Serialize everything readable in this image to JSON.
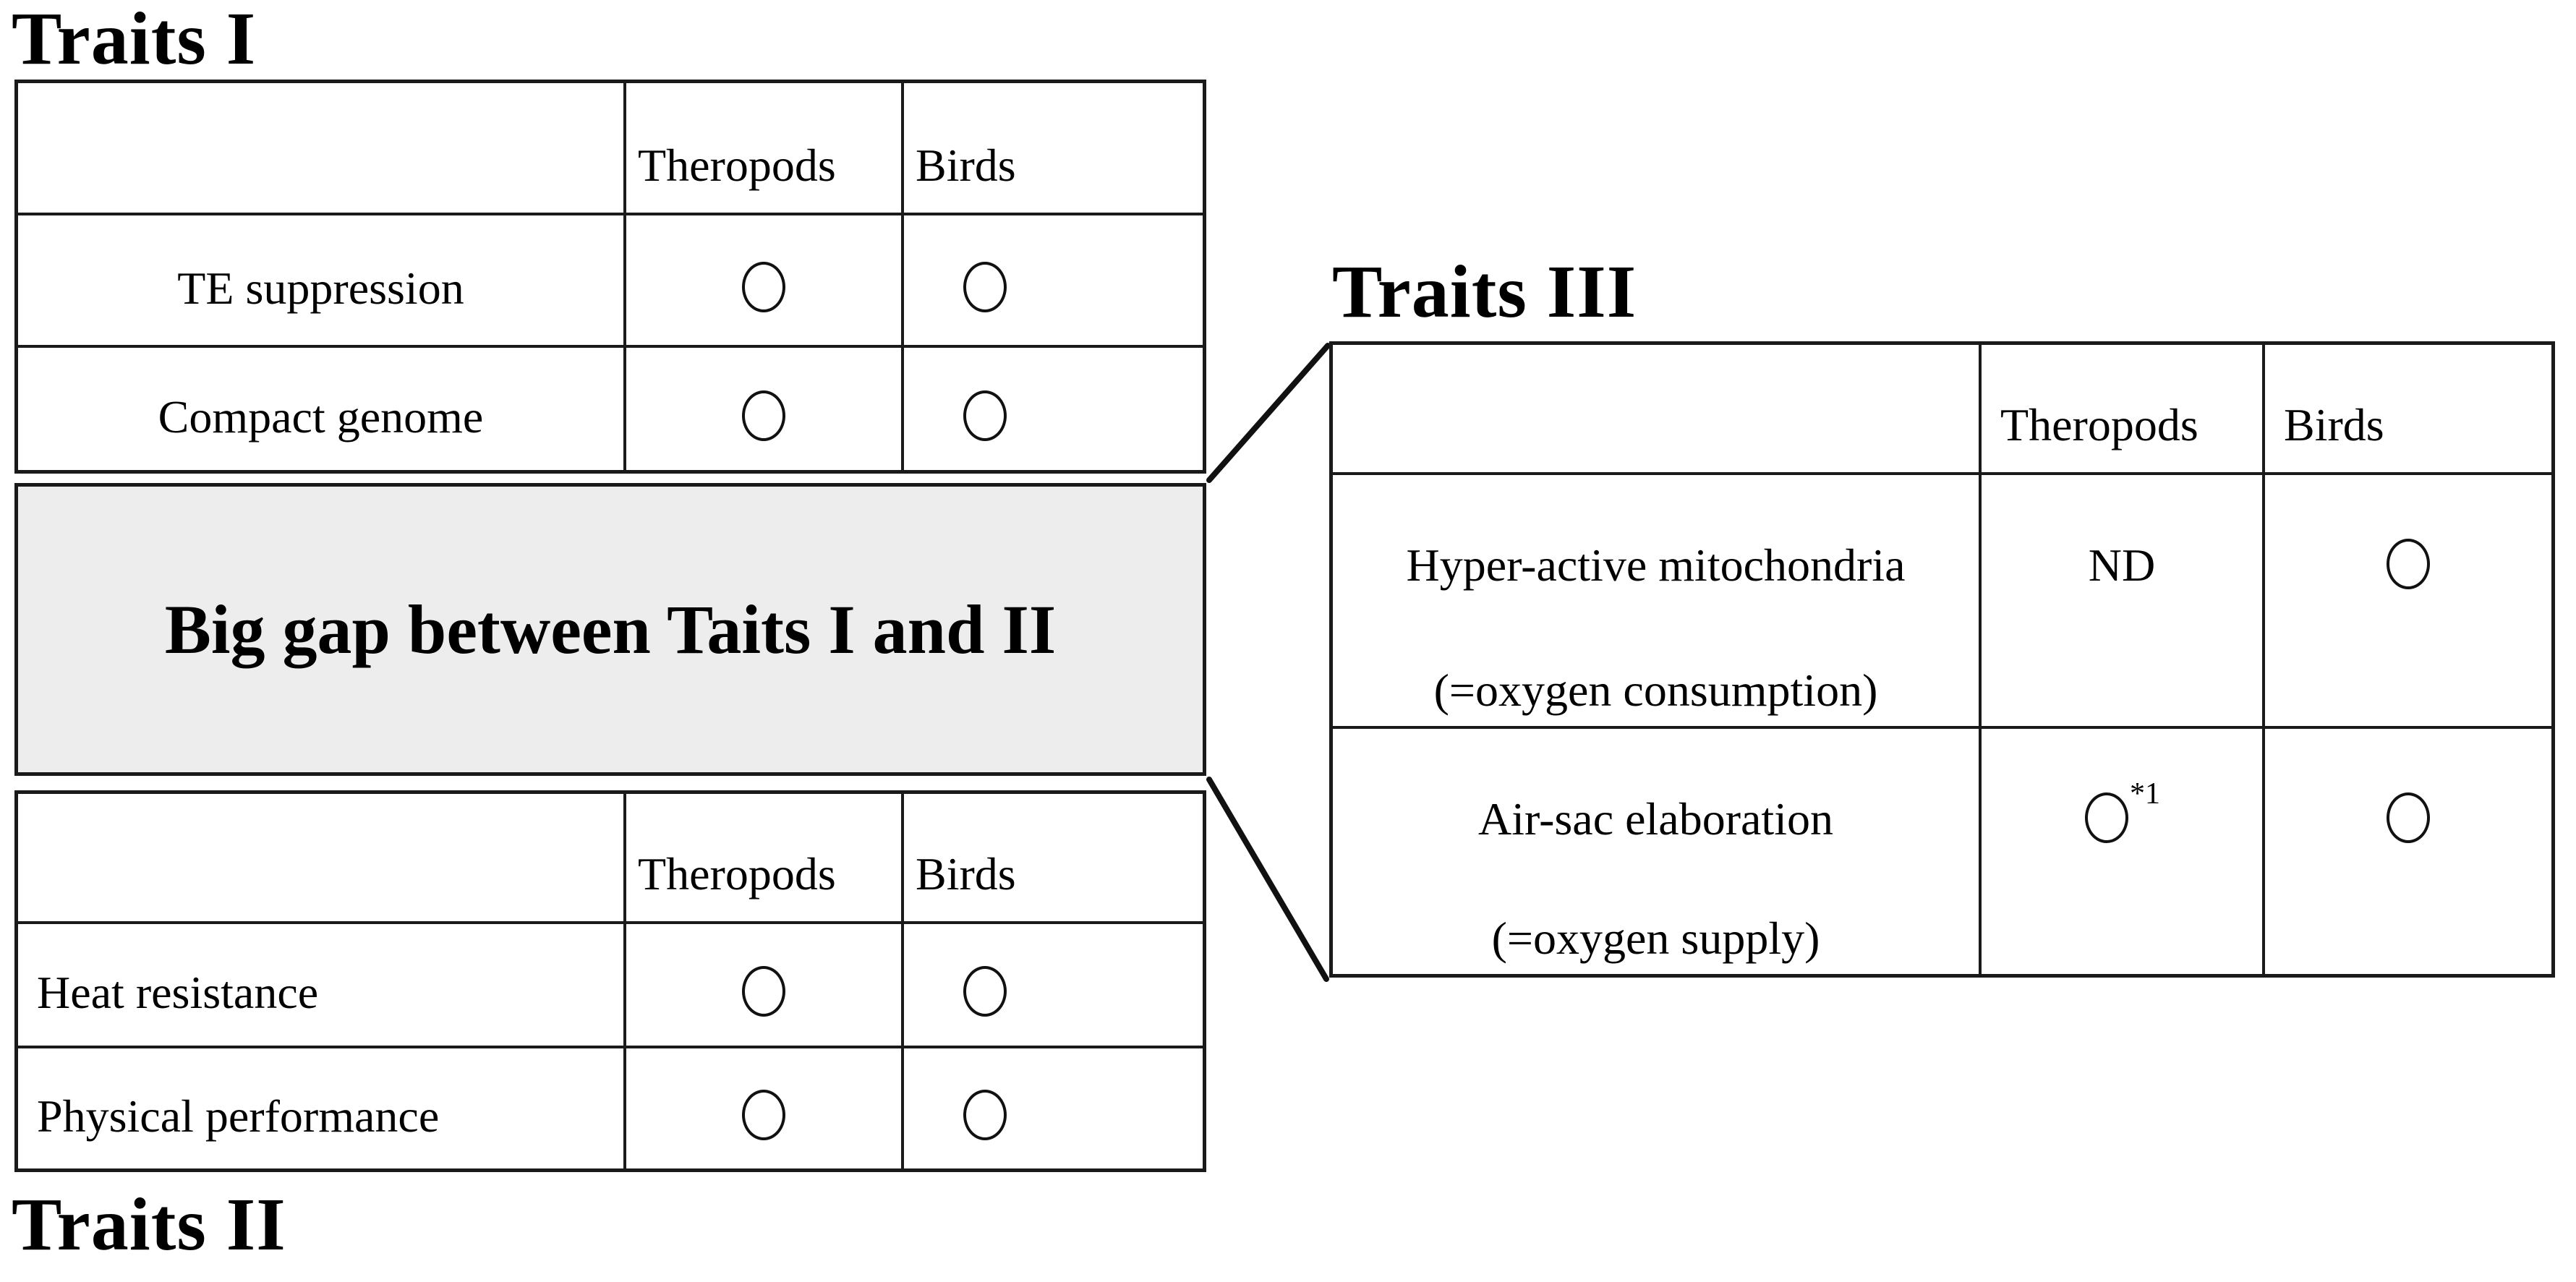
{
  "figure": {
    "gap_box_text": "Big gap between Taits I and II",
    "colors": {
      "background": "#ffffff",
      "line": "#1a1a1a",
      "gap_box_fill": "#ededed",
      "text": "#000000"
    },
    "marks": {
      "present": "circle-icon",
      "not_determined": "ND",
      "footnote_marker": "*1"
    }
  },
  "tables": {
    "traits1": {
      "title": "Traits I",
      "columns": [
        "",
        "Theropods",
        "Birds"
      ],
      "rows": [
        {
          "label": "TE suppression",
          "theropods": "circle-icon",
          "birds": "circle-icon"
        },
        {
          "label": "Compact genome",
          "theropods": "circle-icon",
          "birds": "circle-icon"
        }
      ]
    },
    "traits2": {
      "title": "Traits II",
      "columns": [
        "",
        "Theropods",
        "Birds"
      ],
      "rows": [
        {
          "label": "Heat resistance",
          "theropods": "circle-icon",
          "birds": "circle-icon"
        },
        {
          "label": "Physical performance",
          "theropods": "circle-icon",
          "birds": "circle-icon"
        }
      ]
    },
    "traits3": {
      "title": "Traits III",
      "columns": [
        "",
        "Theropods",
        "Birds"
      ],
      "rows": [
        {
          "label_line1": "Hyper-active mitochondria",
          "label_line2": "(=oxygen consumption)",
          "theropods_text": "ND",
          "birds": "circle-icon"
        },
        {
          "label_line1": "Air-sac elaboration",
          "label_line2": "(=oxygen supply)",
          "theropods": "circle-icon",
          "theropods_note": "*1",
          "birds": "circle-icon"
        }
      ]
    }
  }
}
